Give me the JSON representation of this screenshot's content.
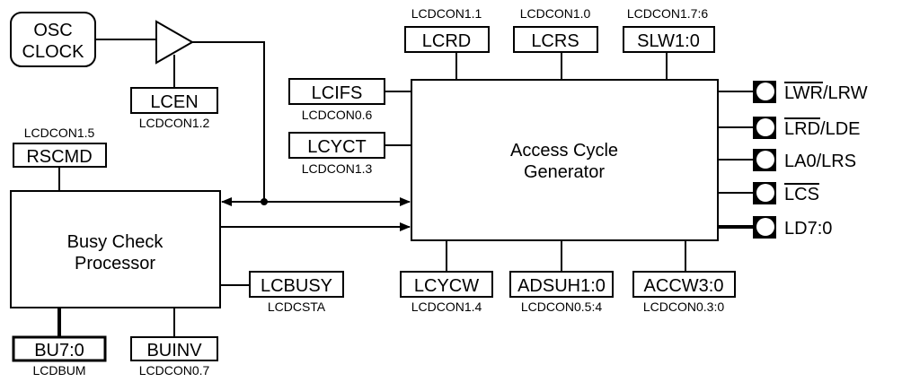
{
  "osc_clock": {
    "line1": "OSC",
    "line2": "CLOCK"
  },
  "busy_check": {
    "line1": "Busy Check",
    "line2": "Processor"
  },
  "access_cycle": {
    "line1": "Access Cycle",
    "line2": "Generator"
  },
  "registers": {
    "lcen": {
      "name": "LCEN",
      "reg": "LCDCON1.2"
    },
    "rscmd": {
      "name": "RSCMD",
      "reg": "LCDCON1.5"
    },
    "lcrd": {
      "name": "LCRD",
      "reg": "LCDCON1.1"
    },
    "lcrs": {
      "name": "LCRS",
      "reg": "LCDCON1.0"
    },
    "slw": {
      "name": "SLW1:0",
      "reg": "LCDCON1.7:6"
    },
    "lcifs": {
      "name": "LCIFS",
      "reg": "LCDCON0.6"
    },
    "lcyct": {
      "name": "LCYCT",
      "reg": "LCDCON1.3"
    },
    "lcbusy": {
      "name": "LCBUSY",
      "reg": "LCDCSTA"
    },
    "lcycw": {
      "name": "LCYCW",
      "reg": "LCDCON1.4"
    },
    "adsuh": {
      "name": "ADSUH1:0",
      "reg": "LCDCON0.5:4"
    },
    "accw": {
      "name": "ACCW3:0",
      "reg": "LCDCON0.3:0"
    },
    "bu": {
      "name": "BU7:0",
      "reg": "LCDBUM"
    },
    "buinv": {
      "name": "BUINV",
      "reg": "LCDCON0.7"
    }
  },
  "pins": [
    {
      "overlined": "LWR",
      "rest": "/LRW"
    },
    {
      "overlined": "LRD",
      "rest": "/LDE"
    },
    {
      "overlined": "",
      "rest": "LA0/LRS"
    },
    {
      "overlined": "LCS",
      "rest": ""
    },
    {
      "overlined": "",
      "rest": "LD7:0"
    }
  ]
}
